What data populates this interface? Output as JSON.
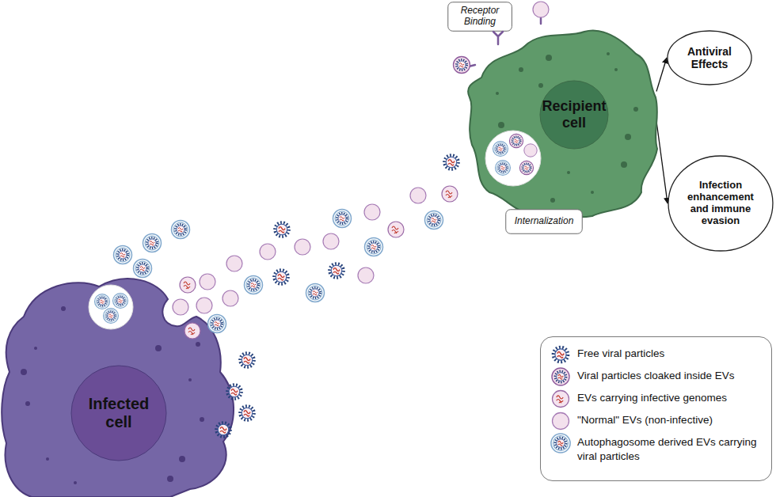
{
  "diagram": {
    "nodes": [
      {
        "text": [
          "Receptor Binding"
        ]
      },
      {
        "text": [
          "Recipient cell"
        ]
      },
      {
        "text": [
          "Antiviral Effects"
        ]
      },
      {
        "text": [
          "Infection enhancement and immune evasion"
        ]
      },
      {
        "text": [
          "Internalization"
        ]
      },
      {
        "text": [
          "Infected cell"
        ]
      }
    ],
    "edges": [
      {
        "from": 1,
        "to": 2,
        "arrow": "to"
      },
      {
        "from": 1,
        "to": 3,
        "arrow": "to"
      }
    ],
    "legend": [
      {
        "text": "Free viral particles"
      },
      {
        "text": "Viral particles cloaked inside EVs"
      },
      {
        "text": "EVs carrying infective genomes"
      },
      {
        "text": "\"Normal\" EVs (non-infective)"
      },
      {
        "text": "Autophagosome derived EVs carrying viral particles"
      }
    ]
  }
}
